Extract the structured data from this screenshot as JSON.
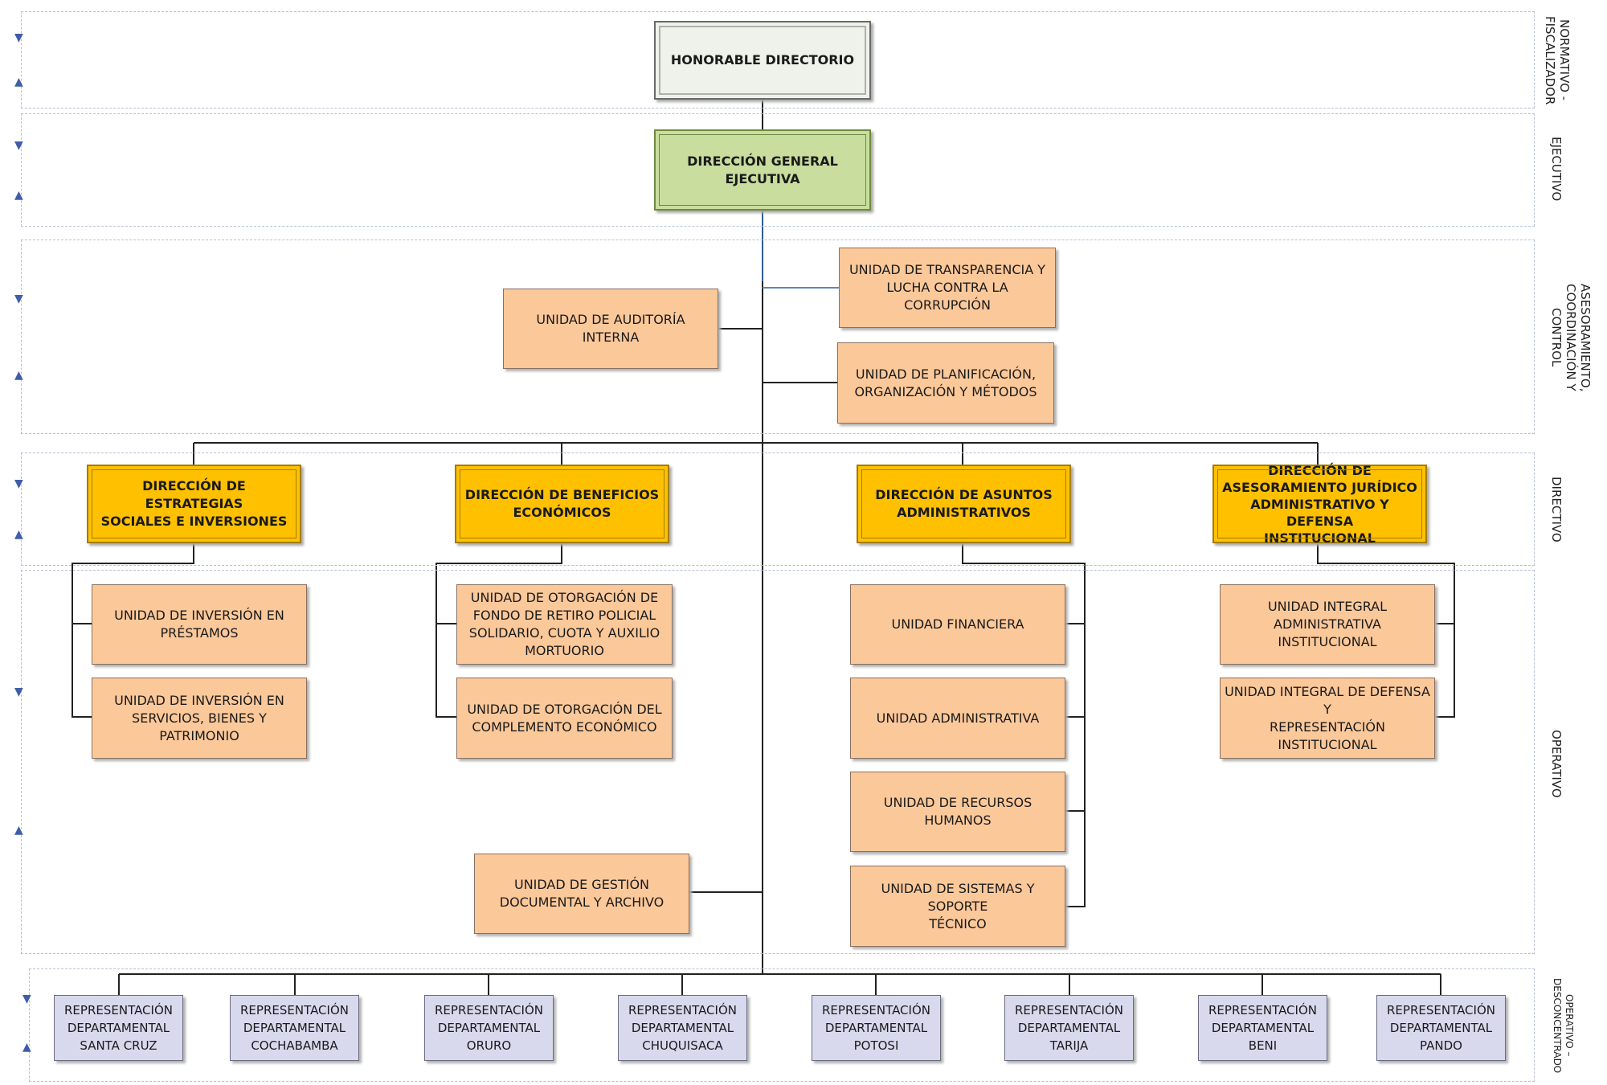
{
  "levels": {
    "normativo": "NORMATIVO -\nFISCALIZADOR",
    "ejecutivo": "EJECUTIVO",
    "asesoramiento": "ASESORAMIENTO,\nCOORDINACIÓN Y\nCONTROL",
    "directivo": "DIRECTIVO",
    "operativo": "OPERATIVO",
    "desconcentrado": "OPERATIVO –\nDESCONCENTRADO"
  },
  "arrows": {
    "down": "▼",
    "up": "▲"
  },
  "boxes": {
    "directorio": "HONORABLE DIRECTORIO",
    "direccion_general": "DIRECCIÓN GENERAL EJECUTIVA",
    "transparencia": "UNIDAD DE TRANSPARENCIA Y\nLUCHA CONTRA LA CORRUPCIÓN",
    "auditoria": "UNIDAD DE AUDITORÍA INTERNA",
    "planificacion": "UNIDAD DE PLANIFICACIÓN,\nORGANIZACIÓN Y MÉTODOS",
    "dir_estrategias": "DIRECCIÓN DE ESTRATEGIAS\nSOCIALES E INVERSIONES",
    "dir_beneficios": "DIRECCIÓN DE BENEFICIOS\nECONÓMICOS",
    "dir_asuntos": "DIRECCIÓN DE ASUNTOS\nADMINISTRATIVOS",
    "dir_juridico": "DIRECCIÓN DE\nASESORAMIENTO JURÍDICO\nADMINISTRATIVO Y DEFENSA\nINSTITUCIONAL",
    "inv_prestamos": "UNIDAD DE INVERSIÓN EN\nPRÉSTAMOS",
    "inv_servicios": "UNIDAD DE INVERSIÓN EN\nSERVICIOS, BIENES Y PATRIMONIO",
    "otorg_fondo": "UNIDAD DE OTORGACIÓN DE\nFONDO DE RETIRO POLICIAL\nSOLIDARIO, CUOTA Y AUXILIO\nMORTUORIO",
    "otorg_complemento": "UNIDAD DE OTORGACIÓN DEL\nCOMPLEMENTO ECONÓMICO",
    "financiera": "UNIDAD FINANCIERA",
    "administrativa": "UNIDAD ADMINISTRATIVA",
    "rrhh": "UNIDAD DE RECURSOS HUMANOS",
    "sistemas": "UNIDAD DE SISTEMAS Y SOPORTE\nTÉCNICO",
    "integral_admin": "UNIDAD INTEGRAL\nADMINISTRATIVA INSTITUCIONAL",
    "integral_defensa": "UNIDAD INTEGRAL DE DEFENSA Y\nREPRESENTACIÓN INSTITUCIONAL",
    "gestion_documental": "UNIDAD DE GESTIÓN\nDOCUMENTAL Y ARCHIVO"
  },
  "representaciones": [
    "REPRESENTACIÓN\nDEPARTAMENTAL\nSANTA CRUZ",
    "REPRESENTACIÓN\nDEPARTAMENTAL\nCOCHABAMBA",
    "REPRESENTACIÓN\nDEPARTAMENTAL\nORURO",
    "REPRESENTACIÓN\nDEPARTAMENTAL\nCHUQUISACA",
    "REPRESENTACIÓN\nDEPARTAMENTAL\nPOTOSI",
    "REPRESENTACIÓN\nDEPARTAMENTAL\nTARIJA",
    "REPRESENTACIÓN\nDEPARTAMENTAL\nBENI",
    "REPRESENTACIÓN\nDEPARTAMENTAL\nPANDO"
  ]
}
